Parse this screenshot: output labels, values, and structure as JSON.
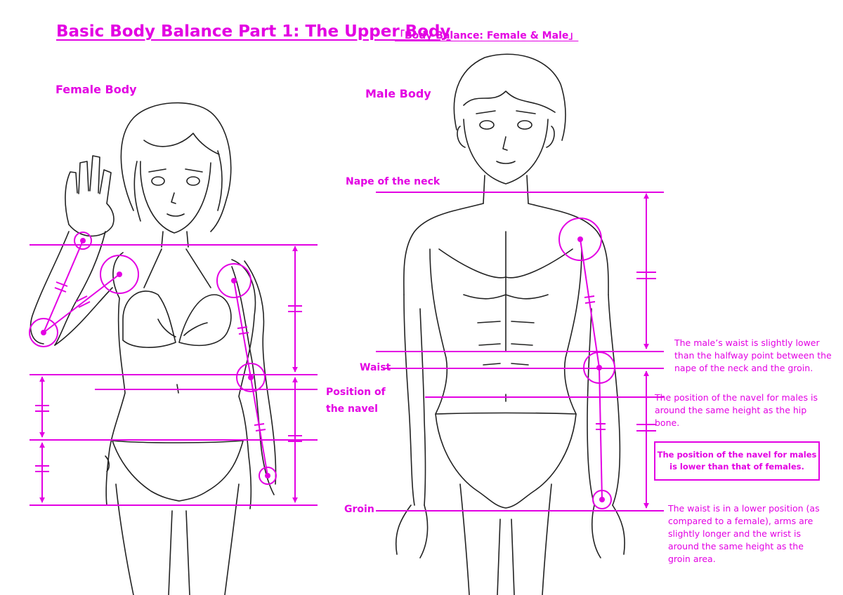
{
  "title": "Basic Body Balance Part 1: The Upper Body",
  "subtitle": "「Body Balance: Female & Male」",
  "female": {
    "heading": "Female Body"
  },
  "male": {
    "heading": "Male Body",
    "labels": {
      "nape": "Nape of the neck",
      "waist": "Waist",
      "navel_line1": "Position of",
      "navel_line2": "the navel",
      "groin": "Groin"
    }
  },
  "notes": {
    "waist": "The male’s waist is slightly lower than the halfway point between the nape of the neck and the groin.",
    "navel": "The position of the navel for males is around the same height as the hip bone.",
    "boxed": "The position of the navel for males is lower than that of females.",
    "groin": "The waist is in a lower position (as compared to a female), arms are slightly longer and the wrist is around the same height as the groin area."
  },
  "colors": {
    "accent": "#e300e3",
    "ink": "#222222",
    "background": "#ffffff"
  }
}
